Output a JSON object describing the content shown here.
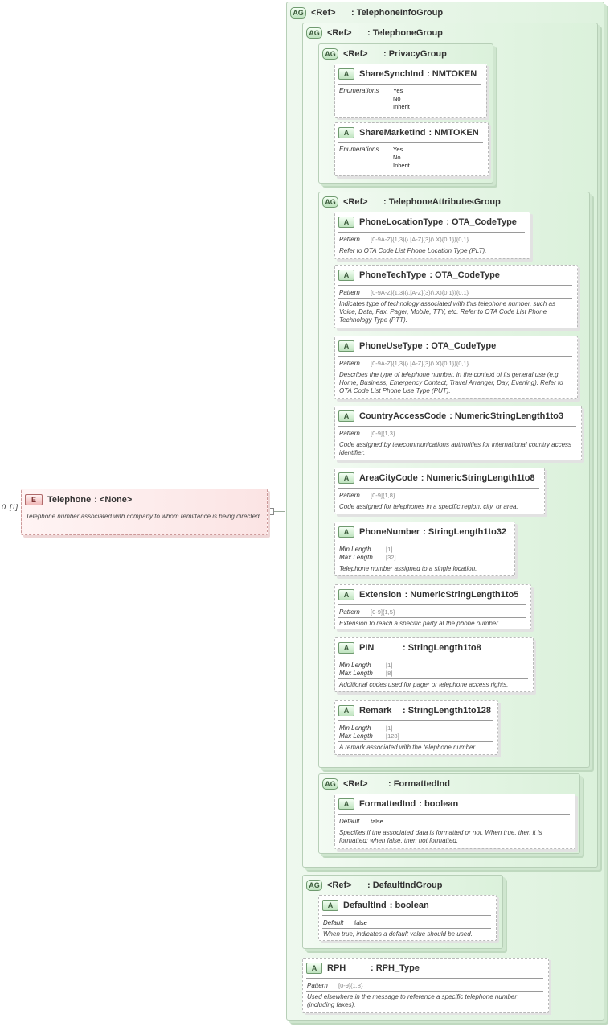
{
  "element": {
    "badge": "E",
    "name": "Telephone",
    "type": ": <None>",
    "cardinality": "0..[1]",
    "doc": "Telephone number associated with company to whom remittance is being directed."
  },
  "groups": {
    "info": {
      "badge": "AG",
      "ref": "<Ref>",
      "name": ": TelephoneInfoGroup"
    },
    "telephone": {
      "badge": "AG",
      "ref": "<Ref>",
      "name": ": TelephoneGroup"
    },
    "privacy": {
      "badge": "AG",
      "ref": "<Ref>",
      "name": ": PrivacyGroup"
    },
    "attributes": {
      "badge": "AG",
      "ref": "<Ref>",
      "name": ": TelephoneAttributesGroup"
    },
    "formatted": {
      "badge": "AG",
      "ref": "<Ref>",
      "name": ": FormattedInd"
    },
    "defaultind": {
      "badge": "AG",
      "ref": "<Ref>",
      "name": ": DefaultIndGroup"
    }
  },
  "attrs": {
    "sharesynch": {
      "badge": "A",
      "name": "ShareSynchInd",
      "type": ": NMTOKEN",
      "facet": "Enumerations",
      "values": [
        "Yes",
        "No",
        "Inherit"
      ]
    },
    "sharemarket": {
      "badge": "A",
      "name": "ShareMarketInd",
      "type": ": NMTOKEN",
      "facet": "Enumerations",
      "values": [
        "Yes",
        "No",
        "Inherit"
      ]
    },
    "location": {
      "badge": "A",
      "name": "PhoneLocationType",
      "type": ": OTA_CodeType",
      "facet": "Pattern",
      "value": "[0-9A-Z]{1,3}(\\.[A-Z]{3}(\\.X){0,1}){0,1}",
      "doc": "Refer to OTA Code List Phone Location Type (PLT)."
    },
    "tech": {
      "badge": "A",
      "name": "PhoneTechType",
      "type": ": OTA_CodeType",
      "facet": "Pattern",
      "value": "[0-9A-Z]{1,3}(\\.[A-Z]{3}(\\.X){0,1}){0,1}",
      "doc": "Indicates type of technology associated with this telephone number, such as Voice, Data, Fax, Pager, Mobile, TTY, etc. Refer to OTA Code List Phone Technology Type (PTT)."
    },
    "use": {
      "badge": "A",
      "name": "PhoneUseType",
      "type": ": OTA_CodeType",
      "facet": "Pattern",
      "value": "[0-9A-Z]{1,3}(\\.[A-Z]{3}(\\.X){0,1}){0,1}",
      "doc": "Describes the type of telephone number, in the context of its general use (e.g. Home, Business, Emergency Contact, Travel Arranger, Day, Evening). Refer to OTA Code List Phone Use Type (PUT)."
    },
    "country": {
      "badge": "A",
      "name": "CountryAccessCode",
      "type": ": NumericStringLength1to3",
      "facet": "Pattern",
      "value": "[0-9]{1,3}",
      "doc": "Code assigned by telecommunications authorities for international country access identifier."
    },
    "areacity": {
      "badge": "A",
      "name": "AreaCityCode",
      "type": ": NumericStringLength1to8",
      "facet": "Pattern",
      "value": "[0-9]{1,8}",
      "doc": "Code assigned for telephones in a specific region, city, or area."
    },
    "phonenumber": {
      "badge": "A",
      "name": "PhoneNumber",
      "type": ": StringLength1to32",
      "facet1": "Min Length",
      "value1": "1",
      "facet2": "Max Length",
      "value2": "32",
      "doc": "Telephone number assigned to a single location."
    },
    "extension": {
      "badge": "A",
      "name": "Extension",
      "type": ": NumericStringLength1to5",
      "facet": "Pattern",
      "value": "[0-9]{1,5}",
      "doc": "Extension to reach a specific party at the phone number."
    },
    "pin": {
      "badge": "A",
      "name": "PIN",
      "type": ": StringLength1to8",
      "facet1": "Min Length",
      "value1": "1",
      "facet2": "Max Length",
      "value2": "8",
      "doc": "Additional codes used for pager or telephone access rights."
    },
    "remark": {
      "badge": "A",
      "name": "Remark",
      "type": ": StringLength1to128",
      "facet1": "Min Length",
      "value1": "1",
      "facet2": "Max Length",
      "value2": "128",
      "doc": "A remark associated with the telephone number."
    },
    "formattedind": {
      "badge": "A",
      "name": "FormattedInd",
      "type": ": boolean",
      "facet": "Default",
      "value": "false",
      "doc": "Specifies if the associated data is formatted or not.  When true, then it is formatted; when false, then not formatted."
    },
    "defaultind": {
      "badge": "A",
      "name": "DefaultInd",
      "type": ": boolean",
      "facet": "Default",
      "value": "false",
      "doc": "When true, indicates a default value should be used."
    },
    "rph": {
      "badge": "A",
      "name": "RPH",
      "type": ": RPH_Type",
      "facet": "Pattern",
      "value": "[0-9]{1,8}",
      "doc": "Used elsewhere in the message to reference a specific telephone number (including faxes)."
    }
  }
}
